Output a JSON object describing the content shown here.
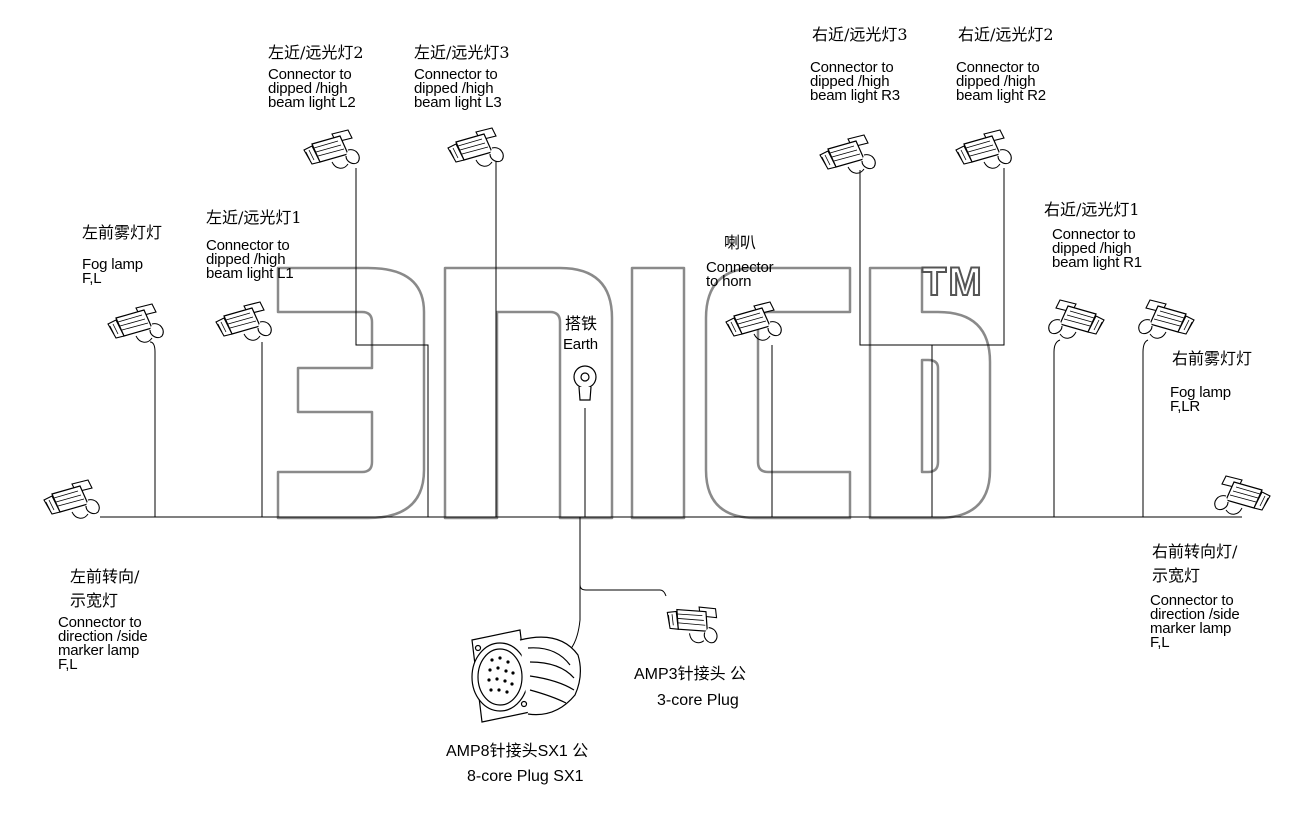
{
  "watermark": {
    "trademark": "TM"
  },
  "labels": {
    "fog_left": {
      "zh": "左前雾灯灯",
      "en": [
        "Fog lamp",
        "F,L"
      ]
    },
    "l1": {
      "zh": "左近/远光灯1",
      "en": [
        "Connector to",
        "dipped /high",
        "beam light L1"
      ]
    },
    "l2": {
      "zh": "左近/远光灯2",
      "en": [
        "Connector to",
        "dipped /high",
        "beam light L2"
      ]
    },
    "l3": {
      "zh": "左近/远光灯3",
      "en": [
        "Connector to",
        "dipped /high",
        "beam light L3"
      ]
    },
    "earth": {
      "zh": "搭铁",
      "en": [
        "Earth"
      ]
    },
    "horn": {
      "zh": "喇叭",
      "en": [
        "Connector",
        "to horn"
      ]
    },
    "r3": {
      "zh": "右近/远光灯3",
      "en": [
        "Connector to",
        "dipped /high",
        "beam light R3"
      ]
    },
    "r2": {
      "zh": "右近/远光灯2",
      "en": [
        "Connector to",
        "dipped /high",
        "beam light R2"
      ]
    },
    "r1": {
      "zh": "右近/远光灯1",
      "en": [
        "Connector to",
        "dipped /high",
        "beam light R1"
      ]
    },
    "fog_right": {
      "zh": "右前雾灯灯",
      "en": [
        "Fog lamp",
        "F,LR"
      ]
    },
    "dir_left": {
      "zh": [
        "左前转向/",
        "示宽灯"
      ],
      "en": [
        "Connector to",
        "direction /side",
        "marker lamp",
        "F,L"
      ]
    },
    "dir_right": {
      "zh": [
        "右前转向灯/",
        "示宽灯"
      ],
      "en": [
        "Connector to",
        "direction /side",
        "marker lamp",
        "F,L"
      ]
    },
    "amp3": {
      "zh": "AMP3针接头 公",
      "en": "3-core Plug"
    },
    "amp8": {
      "zh": "AMP8针接头SX1 公",
      "en": "8-core Plug SX1"
    }
  }
}
